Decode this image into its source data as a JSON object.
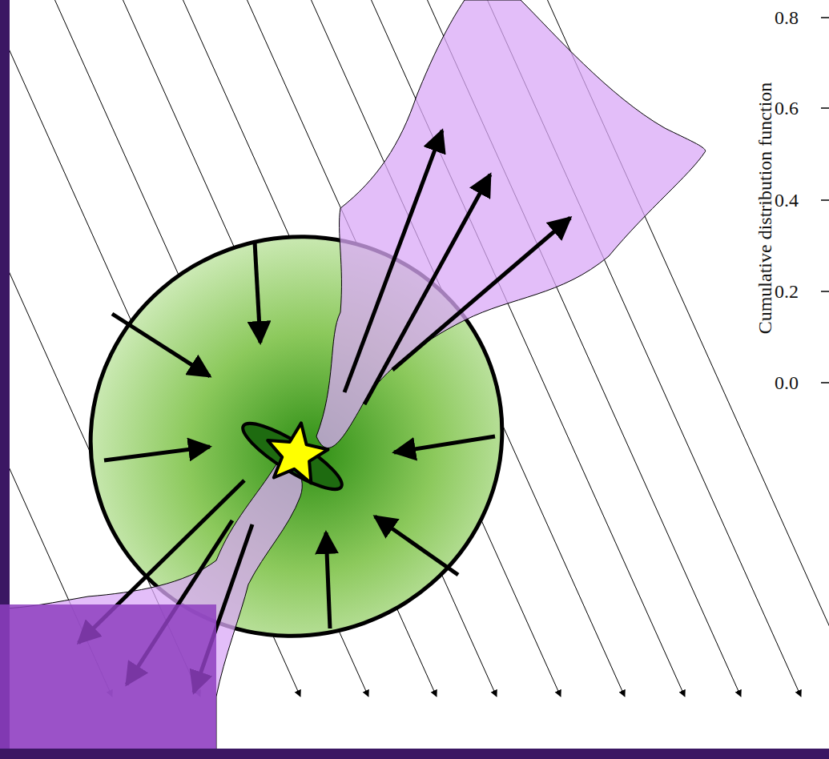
{
  "diagram": {
    "labels": [
      "Cumulative distribution function",
      "0.8",
      "0.6",
      "0.4",
      "0.2",
      "0.0"
    ]
  }
}
